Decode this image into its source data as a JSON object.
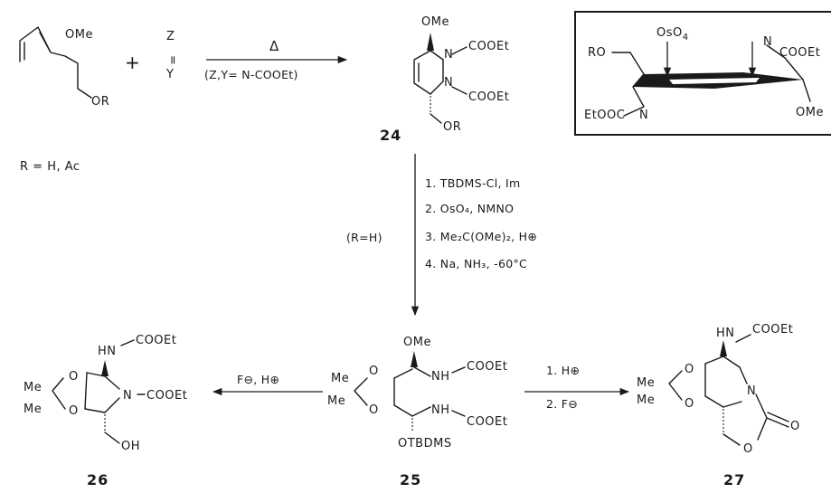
{
  "top": {
    "diene": {
      "ome": "OMe",
      "or": "OR"
    },
    "plus": "+",
    "dienophile": {
      "z": "Z",
      "eq": "=",
      "y": "Y"
    },
    "arrow_top": "Δ",
    "arrow_bottom": "(Z,Y= N-COOEt)",
    "r_def": "R = H, Ac"
  },
  "cpd24": {
    "ome": "OMe",
    "n1": "N",
    "n2": "N",
    "cooet1": "COOEt",
    "cooet2": "COOEt",
    "or": "OR",
    "number": "24"
  },
  "inset": {
    "ro": "RO",
    "oso4": "OsO",
    "oso4_sub": "4",
    "n_right": "N",
    "cooet_right": "COOEt",
    "etooc": "EtOOC",
    "n_left": "N",
    "ome": "OMe"
  },
  "vertical": {
    "r_eq": "(R=H)",
    "steps": [
      "1. TBDMS-Cl, Im",
      "2. OsO₄, NMNO",
      "3. Me₂C(OMe)₂, H⊕",
      "4. Na, NH₃, -60°C"
    ]
  },
  "cpd25": {
    "ome": "OMe",
    "me1": "Me",
    "me2": "Me",
    "o1": "O",
    "o2": "O",
    "nh1": "NH",
    "nh2": "NH",
    "cooet1": "COOEt",
    "cooet2": "COOEt",
    "otbdms": "OTBDMS",
    "number": "25"
  },
  "arrow_left": {
    "label": "F⊖, H⊕"
  },
  "arrow_right": {
    "line1": "1. H⊕",
    "line2": "2. F⊖"
  },
  "cpd26": {
    "hn": "HN",
    "cooet1": "COOEt",
    "me1": "Me",
    "me2": "Me",
    "o1": "O",
    "o2": "O",
    "n": "N",
    "cooet2": "COOEt",
    "oh": "OH",
    "number": "26"
  },
  "cpd27": {
    "hn": "HN",
    "cooet": "COOEt",
    "me1": "Me",
    "me2": "Me",
    "o1": "O",
    "o2": "O",
    "n": "N",
    "o3": "O",
    "o4": "O",
    "number": "27"
  }
}
